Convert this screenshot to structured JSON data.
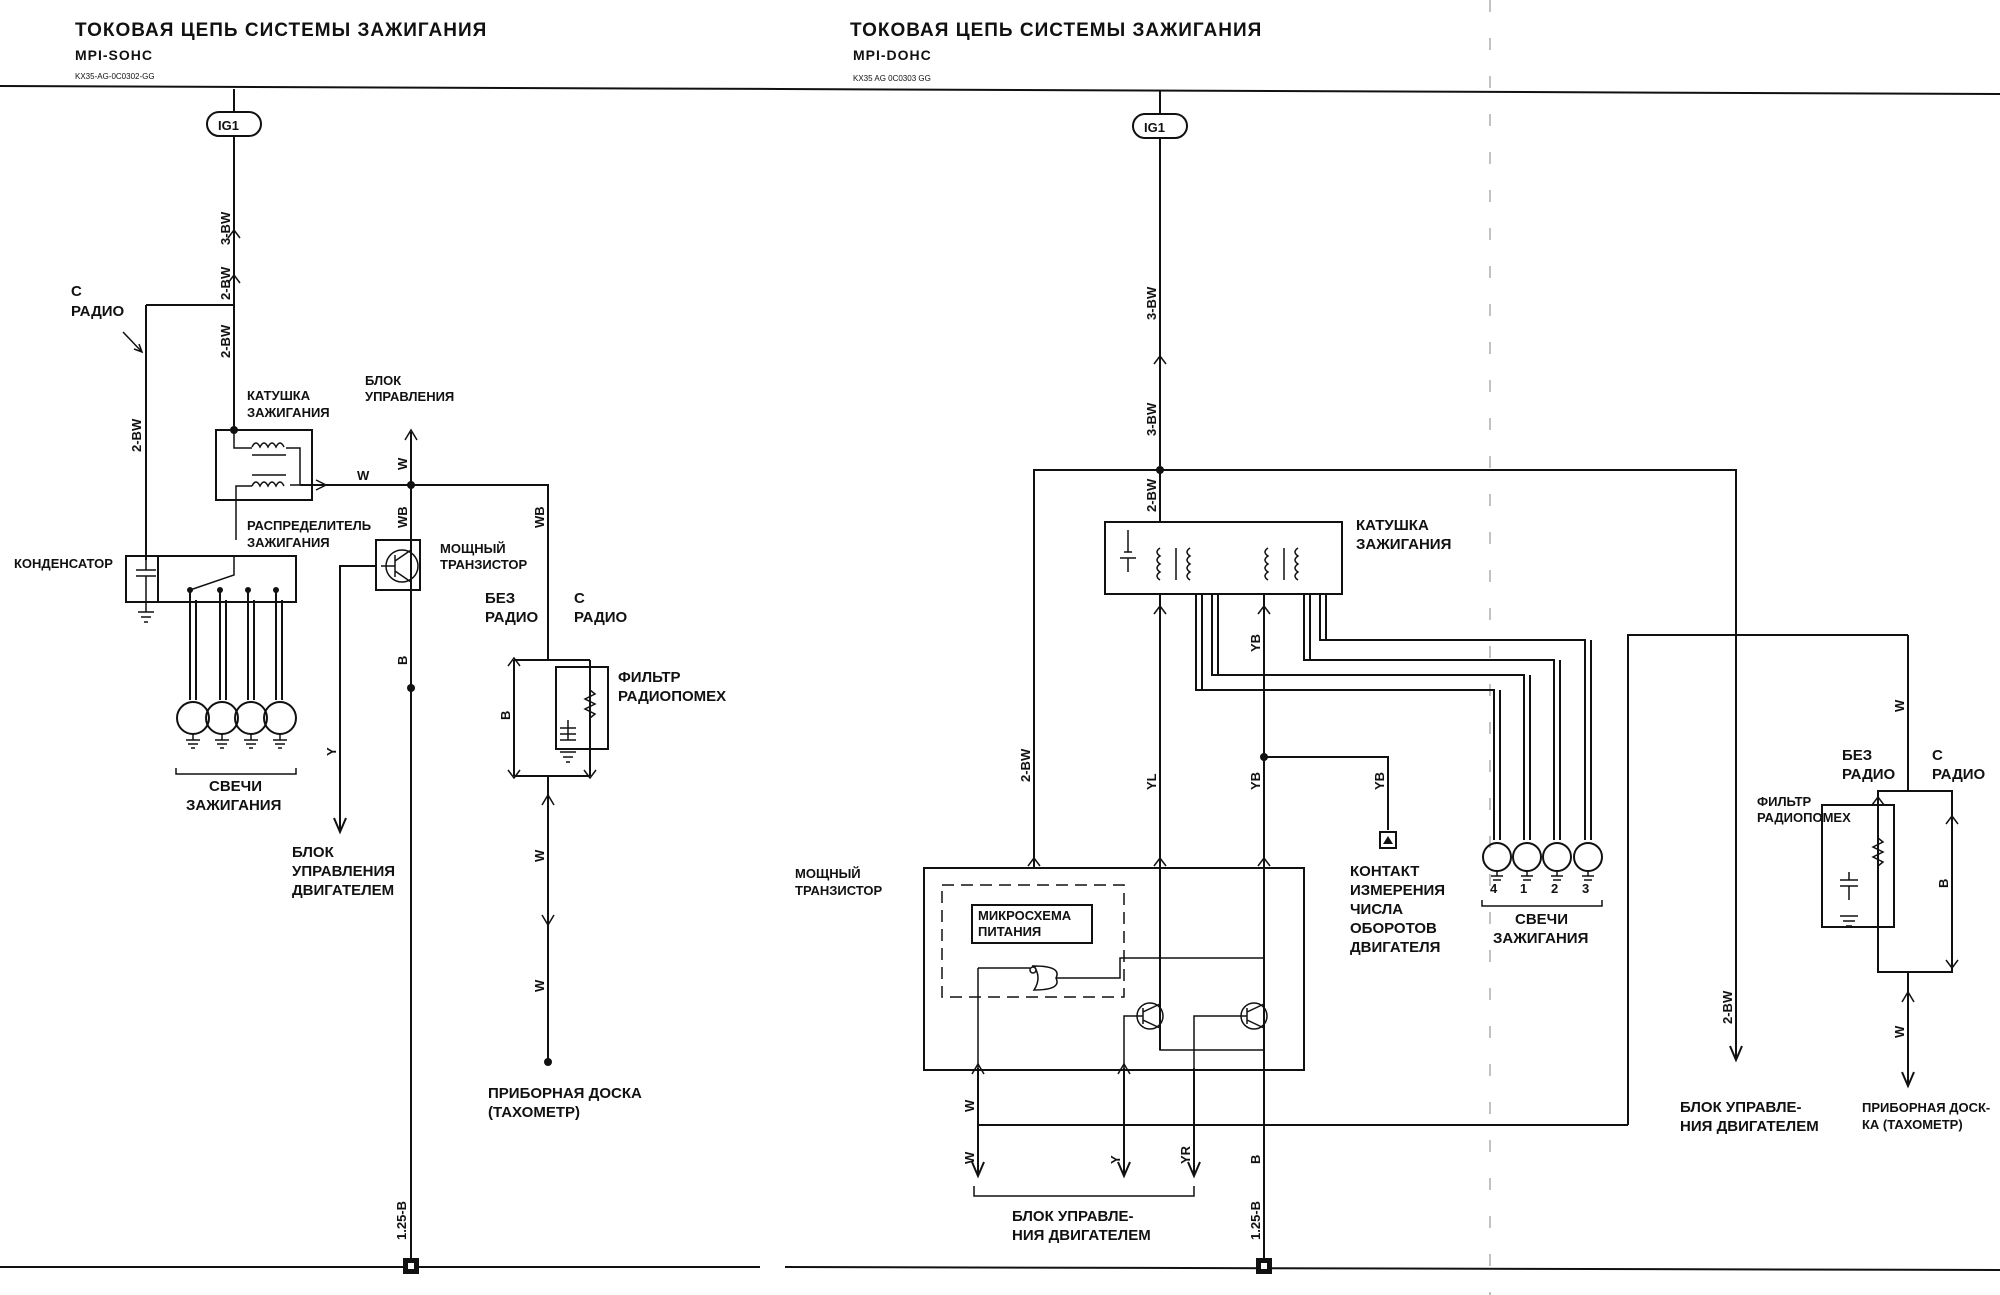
{
  "left": {
    "title": "ТОКОВАЯ ЦЕПЬ СИСТЕМЫ ЗАЖИГАНИЯ",
    "subtitle": "MPI-SOHC",
    "code": "KX35-AG-0C0302-GG",
    "ig": "IG1",
    "labels": {
      "s_radio_1": "С",
      "s_radio_2": "РАДИО",
      "coil_1": "КАТУШКА",
      "coil_2": "ЗАЖИГАНИЯ",
      "block_1": "БЛОК",
      "block_2": "УПРАВЛЕНИЯ",
      "dist_1": "РАСПРЕДЕЛИТЕЛЬ",
      "dist_2": "ЗАЖИГАНИЯ",
      "cond": "КОНДЕНСАТОР",
      "trans_1": "МОЩНЫЙ",
      "trans_2": "ТРАНЗИСТОР",
      "no_radio_1": "БЕЗ",
      "no_radio_2": "РАДИО",
      "with_radio_1": "С",
      "with_radio_2": "РАДИО",
      "filter_1": "ФИЛЬТР",
      "filter_2": "РАДИОПОМЕХ",
      "plugs_1": "СВЕЧИ",
      "plugs_2": "ЗАЖИГАНИЯ",
      "ecu_1": "БЛОК",
      "ecu_2": "УПРАВЛЕНИЯ",
      "ecu_3": "ДВИГАТЕЛЕМ",
      "dash_1": "ПРИБОРНАЯ ДОСКА",
      "dash_2": "(ТАХОМЕТР)"
    },
    "wires": {
      "w3bw": "3-BW",
      "w2bw_a": "2-BW",
      "w2bw_b": "2-BW",
      "w2bw_c": "2-BW",
      "w_a": "W",
      "w_b": "W",
      "wb_a": "WB",
      "wb_b": "WB",
      "b_a": "B",
      "b_b": "B",
      "y": "Y",
      "w_c": "W",
      "w_d": "W",
      "g125b": "1.25-B"
    }
  },
  "right": {
    "title": "ТОКОВАЯ ЦЕПЬ СИСТЕМЫ ЗАЖИГАНИЯ",
    "subtitle": "MPI-DOHC",
    "code": "KX35 AG 0C0303 GG",
    "ig": "IG1",
    "labels": {
      "coil_1": "КАТУШКА",
      "coil_2": "ЗАЖИГАНИЯ",
      "trans_1": "МОЩНЫЙ",
      "trans_2": "ТРАНЗИСТОР",
      "chip_1": "МИКРОСХЕМА",
      "chip_2": "ПИТАНИЯ",
      "contact_1": "КОНТАКТ",
      "contact_2": "ИЗМЕРЕНИЯ",
      "contact_3": "ЧИСЛА",
      "contact_4": "ОБОРОТОВ",
      "contact_5": "ДВИГАТЕЛЯ",
      "plugs_1": "СВЕЧИ",
      "plugs_2": "ЗАЖИГАНИЯ",
      "plug_nums": [
        "4",
        "1",
        "2",
        "3"
      ],
      "ecu_a_1": "БЛОК УПРАВЛЕ-",
      "ecu_a_2": "НИЯ ДВИГАТЕЛЕМ",
      "ecu_b_1": "БЛОК УПРАВЛЕ-",
      "ecu_b_2": "НИЯ ДВИГАТЕЛЕМ",
      "dash_1": "ПРИБОРНАЯ ДОСК-",
      "dash_2": "КА (ТАХОМЕТР)",
      "no_radio_1": "БЕЗ",
      "no_radio_2": "РАДИО",
      "with_radio_1": "С",
      "with_radio_2": "РАДИО",
      "filter_1": "ФИЛЬТР",
      "filter_2": "РАДИОПОМЕХ"
    },
    "wires": {
      "w3bw_a": "3-BW",
      "w3bw_b": "3-BW",
      "w2bw_a": "2-BW",
      "w2bw_b": "2-BW",
      "w2bw_c": "2-BW",
      "yl": "YL",
      "yb_a": "YB",
      "yb_b": "YB",
      "yb_c": "YB",
      "w_a": "W",
      "w_b": "W",
      "w_c": "W",
      "w_d": "W",
      "y": "Y",
      "yr": "YR",
      "b_a": "B",
      "b_b": "B",
      "g125b": "1.25-B"
    }
  }
}
